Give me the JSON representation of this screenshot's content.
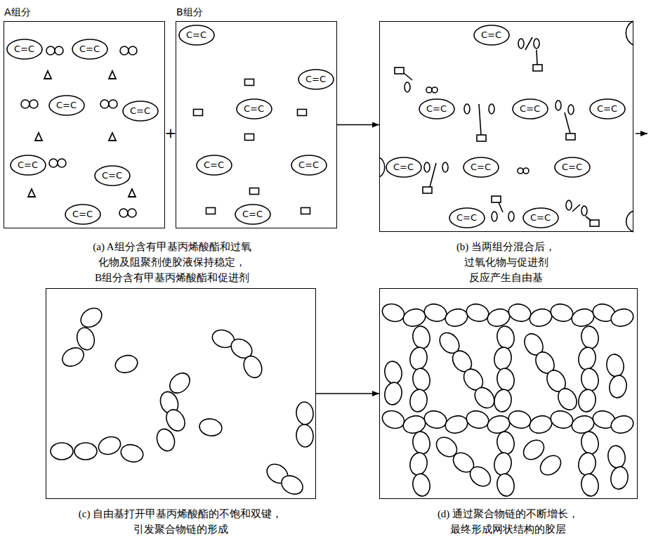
{
  "diagram": {
    "nodes": [
      {
        "text": [
          "A组分"
        ]
      },
      {
        "text": [
          "C=C"
        ],
        "in": 0
      },
      {
        "text": [
          "C=C"
        ],
        "in": 0
      },
      {
        "text": [
          "C=C"
        ],
        "in": 0
      },
      {
        "text": [
          "C=C"
        ],
        "in": 0
      },
      {
        "text": [
          "C=C"
        ],
        "in": 0
      },
      {
        "text": [
          "C=C"
        ],
        "in": 0
      },
      {
        "text": [
          "C=C"
        ],
        "in": 0
      },
      {
        "text": [
          "B组分"
        ]
      },
      {
        "text": [
          "C=C"
        ],
        "in": 8
      },
      {
        "text": [
          "C=C"
        ],
        "in": 8
      },
      {
        "text": [
          "C=C"
        ],
        "in": 8
      },
      {
        "text": [
          "C=C"
        ],
        "in": 8
      },
      {
        "text": [
          "C=C"
        ],
        "in": 8
      },
      {
        "text": [
          "C=C"
        ],
        "in": 8
      },
      {
        "text": [
          "(b) 当两组分混合后， 过氧化物与促进剂 反应产生自由基"
        ]
      },
      {
        "text": [
          "C=C"
        ],
        "in": 15
      },
      {
        "text": [
          "C=C"
        ],
        "in": 15
      },
      {
        "text": [
          "C=C"
        ],
        "in": 15
      },
      {
        "text": [
          "C=C"
        ],
        "in": 15
      },
      {
        "text": [
          "C=C"
        ],
        "in": 15
      },
      {
        "text": [
          "C=C"
        ],
        "in": 15
      },
      {
        "text": [
          "C=C"
        ],
        "in": 15
      },
      {
        "text": [
          "C=C"
        ],
        "in": 15
      },
      {
        "text": [
          "C=C"
        ],
        "in": 15
      },
      {
        "text": [
          "(c) 自由基打开甲基丙烯酸酯的不饱和双键， 引发聚合物链的形成"
        ]
      },
      {
        "text": [
          "(d) 通过聚合物链的不断增长， 最终形成网状结构的胶层"
        ]
      }
    ],
    "edges": [
      {
        "from": 8,
        "to": 15,
        "arrow": "to"
      },
      {
        "from": 25,
        "to": 26,
        "arrow": "to"
      }
    ],
    "labels": [
      "+",
      "(a) A组分含有甲基丙烯酸酯和过氧 化物及阻聚剂使胶液保持稳定， B组分含有甲基丙烯酸酯和促进剂"
    ]
  }
}
